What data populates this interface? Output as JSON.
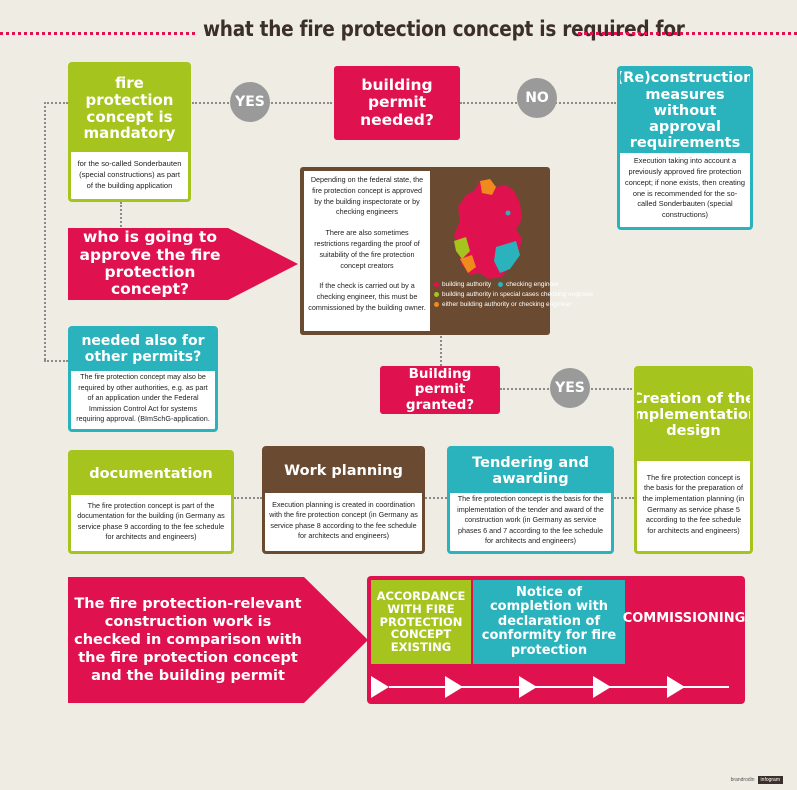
{
  "title": "what the fire protection concept is required for",
  "decisions": {
    "yes1": "YES",
    "no": "NO",
    "yes2": "YES"
  },
  "building_permit_needed": "building permit needed?",
  "mandatory": {
    "title": "fire protection concept is mandatory",
    "body": "for the so-called Sonderbauten (special constructions) as part of the building application"
  },
  "reconstruction": {
    "title": "(Re)construction measures without approval requirements",
    "body": "Execution taking into account a previously approved fire protection concept; if none exists, then creating one is recommended for the so-called Sonderbauten (special constructions)"
  },
  "who_approves": "who is going to approve the fire protection concept?",
  "approval_info": {
    "p1": "Depending on the federal state, the fire protection concept is approved by the building inspectorate or by checking engineers",
    "p2": "There are also sometimes restrictions regarding the proof of suitability of the fire protection concept creators",
    "p3": "If the check is carried out by a checking engineer, this must be commissioned by the building owner."
  },
  "map_legend": [
    {
      "label": "building authority",
      "color": "#e0114f"
    },
    {
      "label": "checking engineer",
      "color": "#2bb3bd"
    },
    {
      "label": "building authority in special cases checking engineer",
      "color": "#a5c41d"
    },
    {
      "label": "either building authority or checking engineer",
      "color": "#f08a1c"
    }
  ],
  "other_permits": {
    "title": "needed also for other permits?",
    "body": "The fire protection concept may also be required by other authorities, e.g. as part of an application under the Federal Immission Control Act for systems requiring approval. (BImSchG-application."
  },
  "permit_granted": "Building permit granted?",
  "implementation": {
    "title": "Creation of the implementation design",
    "body": "The fire protection concept is the basis for the preparation of the implementation planning (in Germany as service phase 5 according to the fee schedule for architects and engineers)"
  },
  "tendering": {
    "title": "Tendering and awarding",
    "body": "The fire protection concept is the basis for the implementation of the tender and award of the construction work (in Germany as service phases 6 and 7 according to the fee schedule for architects and engineers)"
  },
  "work_planning": {
    "title": "Work planning",
    "body": "Execution planning is created in coordination with the fire protection concept (in Germany as service phase 8 according to the fee schedule for architects and engineers)"
  },
  "documentation": {
    "title": "documentation",
    "body": "The fire protection concept is part of the documentation for the building (in Germany as service phase 9 according to the fee schedule for architects and engineers)"
  },
  "check_arrow": "The fire protection-relevant construction work is checked in comparison with the fire protection concept and the building permit",
  "accordance": "ACCORDANCE WITH FIRE PROTECTION CONCEPT EXISTING",
  "notice": "Notice of completion with declaration of conformity for fire protection",
  "commissioning": "COMMISSIONING",
  "footer": {
    "left": "brandrodin",
    "right": "infogram"
  }
}
